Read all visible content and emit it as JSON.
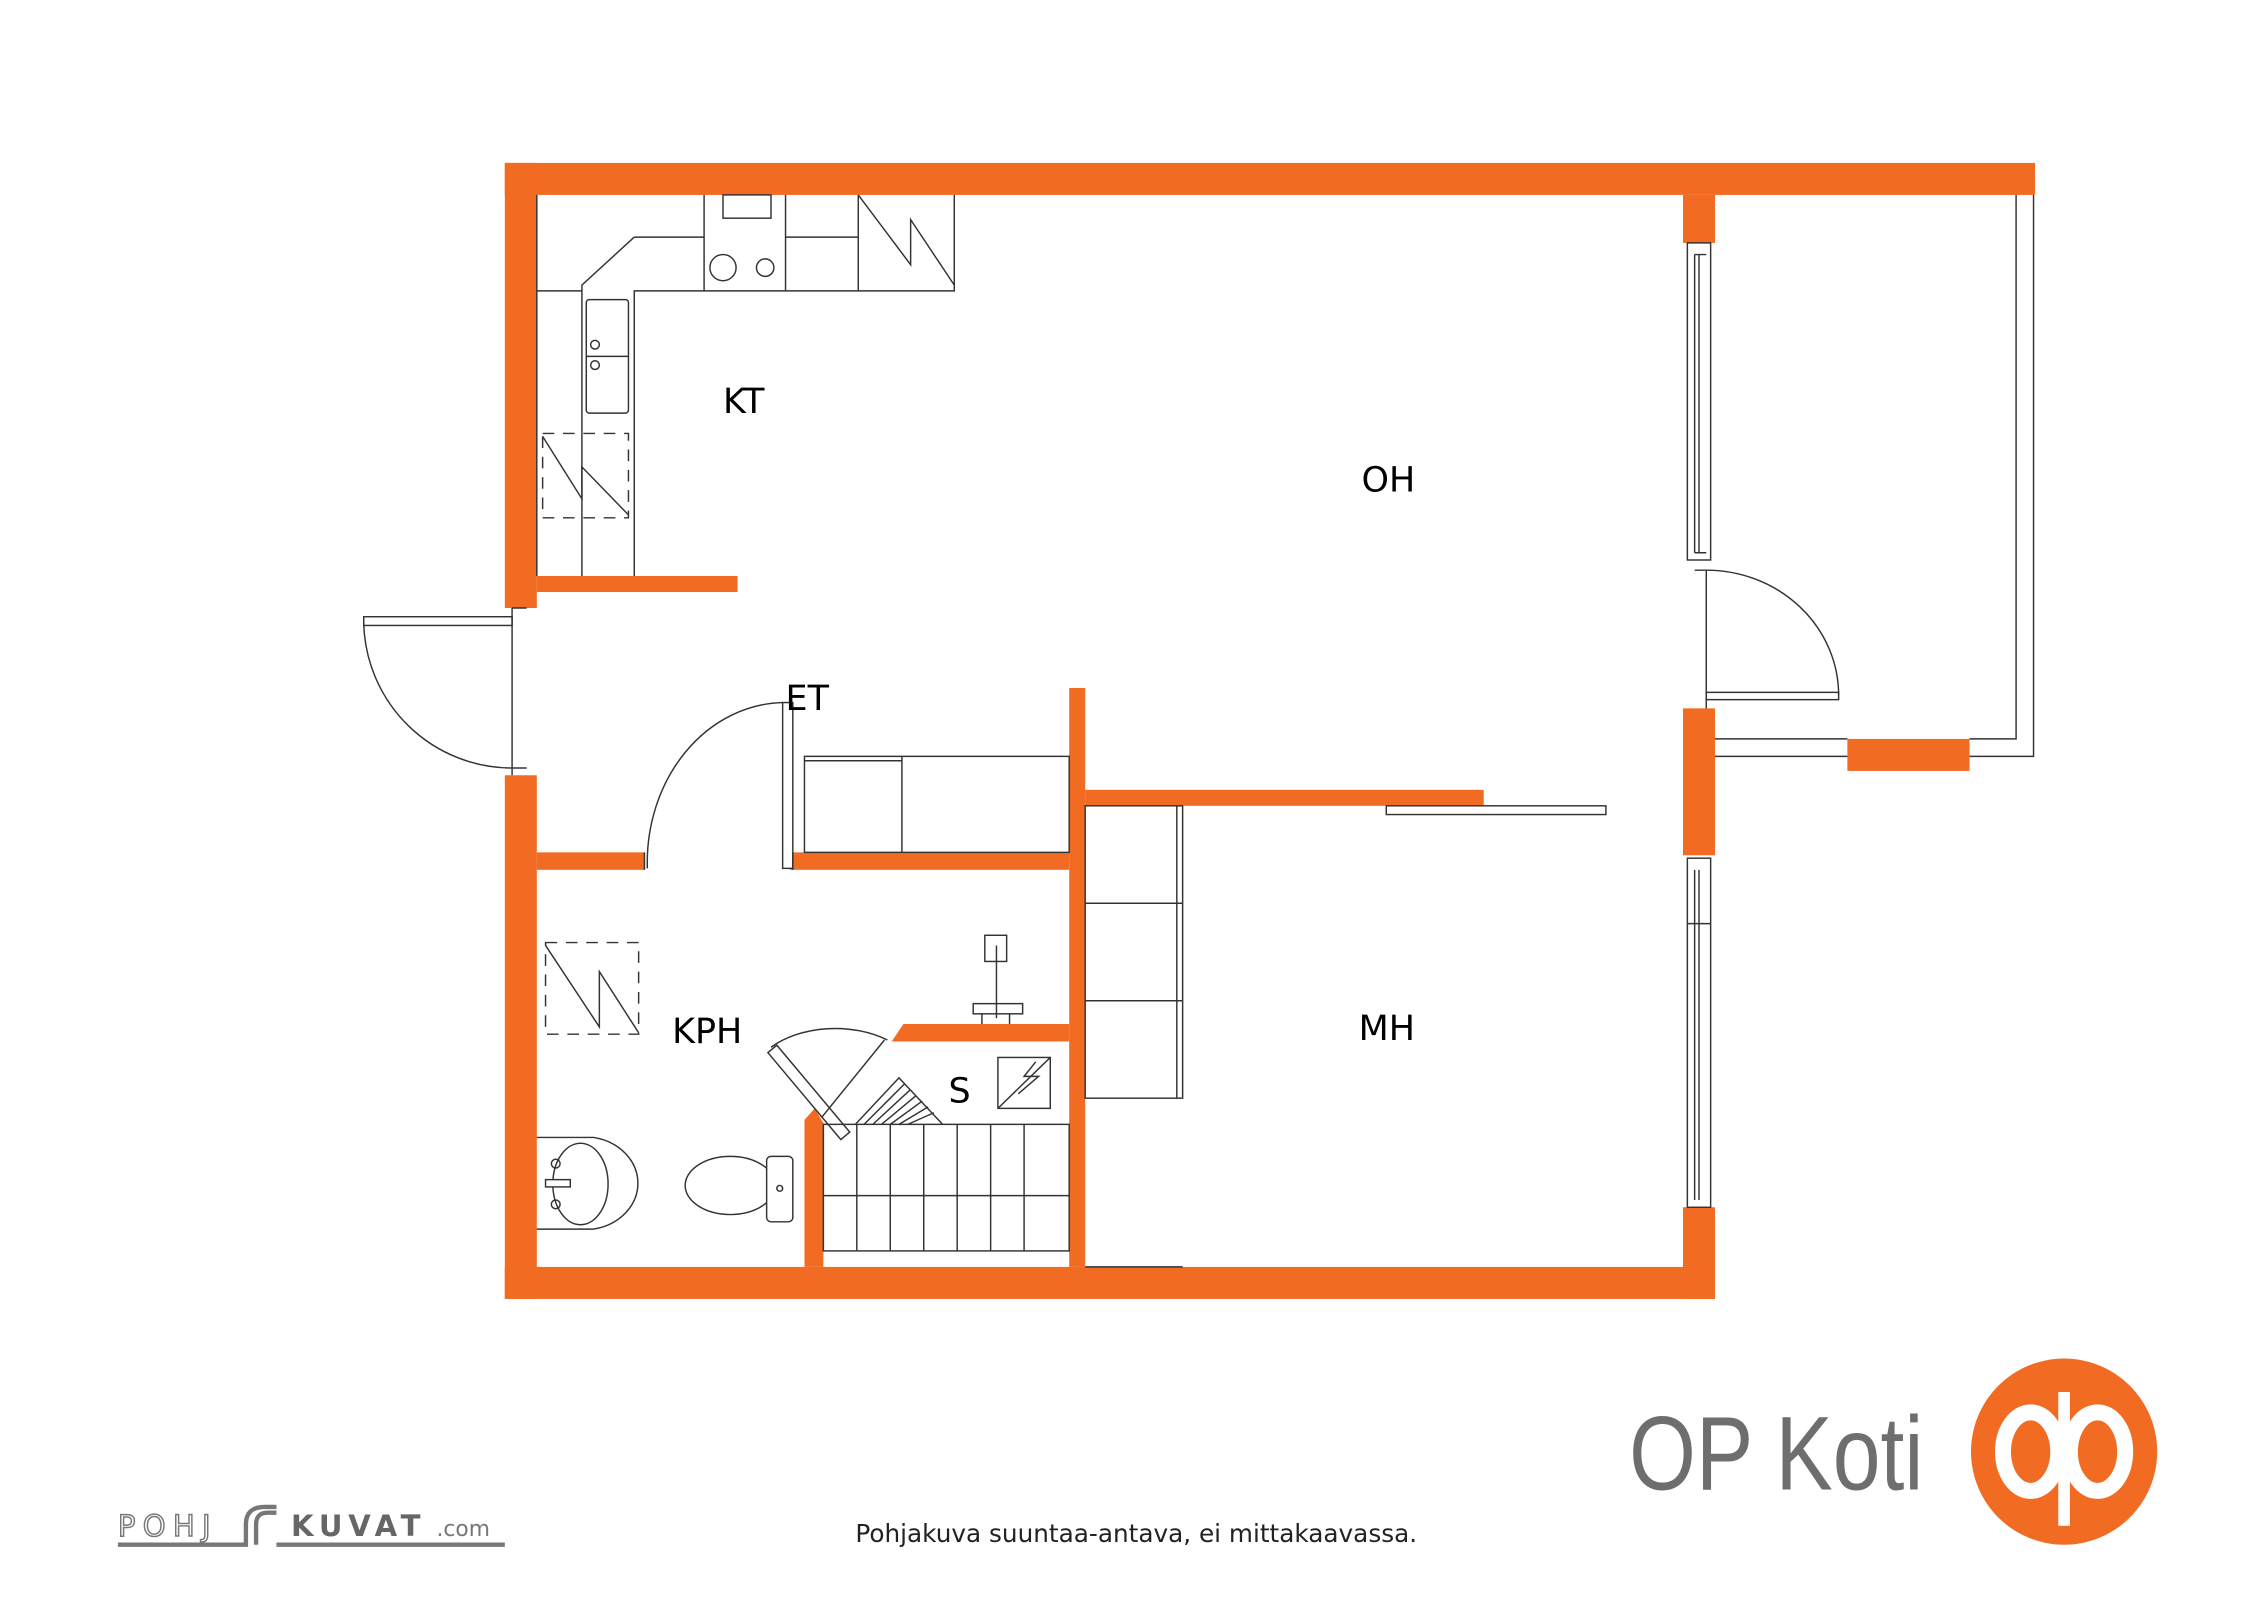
{
  "rooms": {
    "kitchen": "KT",
    "living": "OH",
    "entrance": "ET",
    "bathroom": "KPH",
    "sauna": "S",
    "bedroom": "MH"
  },
  "footer": {
    "disclaimer": "Pohjakuva suuntaa-antava, ei mittakaavassa."
  },
  "logos": {
    "pohjakuvat_left": "POHJ",
    "pohjakuvat_right": "KUVAT",
    "pohjakuvat_suffix": ".com",
    "brand_name": "OP Koti"
  },
  "colors": {
    "wall": "#F26B22",
    "brand_gray": "#6d6e70"
  }
}
